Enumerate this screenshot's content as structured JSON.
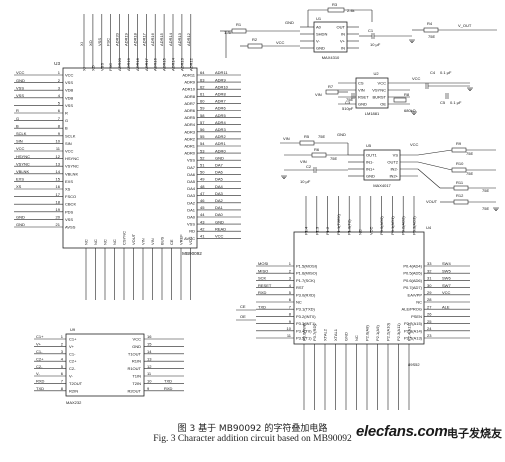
{
  "caption": {
    "zh": "图 3   基于 MB90092 的字符叠加电路",
    "en": "Fig. 3   Character addition circuit based on MB90092"
  },
  "watermark": {
    "site": "elecfans.com",
    "cn": "电子发烧友"
  },
  "u3": {
    "ref": "U3",
    "part": "MB90092",
    "left_pins": [
      "VCC",
      "VSS",
      "VDB",
      "VDB",
      "VSS",
      "R",
      "G",
      "B",
      "SCLK",
      "SIN",
      "VCC",
      "HSYNC",
      "VSYNC",
      "VBLNK",
      "EXS",
      "XS",
      "FSCO",
      "CBCK",
      "PDS",
      "VSS",
      "AVSS"
    ],
    "left_nets": [
      "VCC",
      "GND",
      "VSS",
      "VSS",
      "",
      "R",
      "G",
      "B",
      "SCLK",
      "SIN",
      "VCC",
      "HSYNC",
      "VSYNC",
      "VBLNK",
      "EXS",
      "XS",
      "",
      "",
      "",
      "GND",
      "GND"
    ],
    "left_nums": [
      "1",
      "2",
      "3",
      "4",
      "5",
      "6",
      "7",
      "8",
      "9",
      "10",
      "11",
      "12",
      "13",
      "14",
      "15",
      "16",
      "17",
      "18",
      "19",
      "20",
      "21"
    ],
    "right_pins": [
      "ADR11",
      "ADR9",
      "ADR10",
      "ADR8",
      "ADR7",
      "ADR6",
      "ADR5",
      "ADR4",
      "ADR3",
      "ADR2",
      "ADR1",
      "ADR0",
      "VSS",
      "DA7",
      "DA6",
      "DA5",
      "DA4",
      "DA3",
      "DA2",
      "DA1",
      "DA0",
      "VSS",
      "RD",
      "AVCC"
    ],
    "right_nets": [
      "ADR11",
      "ADR9",
      "ADR10",
      "ADR8",
      "ADR7",
      "ADR6",
      "ADR5",
      "ADR4",
      "ADR3",
      "ADR2",
      "ADR1",
      "ADR0",
      "GND",
      "DA7",
      "DA6",
      "DA5",
      "DA4",
      "DA3",
      "DA2",
      "DA1",
      "DA0",
      "GND",
      "READ",
      "VCC"
    ],
    "right_nums": [
      "64",
      "63",
      "62",
      "61",
      "60",
      "59",
      "58",
      "57",
      "56",
      "55",
      "54",
      "53",
      "52",
      "51",
      "50",
      "49",
      "48",
      "47",
      "46",
      "45",
      "44",
      "43",
      "42",
      "41"
    ],
    "top_pins": [
      "XI",
      "XO",
      "VSS",
      "FSC",
      "ADR20",
      "ADR19",
      "ADR18",
      "ADR17",
      "ADR16",
      "ADR15",
      "ADR14",
      "ADR13",
      "ADR12"
    ],
    "bottom_pins": [
      "NC",
      "NC",
      "NC",
      "NC",
      "CSYNC",
      "VOUT",
      "VIN",
      "VIN",
      "BUS",
      "CE",
      "VREF",
      "VCC"
    ]
  },
  "u1": {
    "ref": "U1",
    "part": "MAX4310",
    "pins_left": [
      "A0",
      "SHDN",
      "V-",
      "GND"
    ],
    "pins_right": [
      "OUT",
      "IN",
      "V+",
      "IN"
    ],
    "labels": {
      "r1": "R1",
      "r1_val": "1.8k",
      "r2": "R2",
      "r3": "R3",
      "r3_val": "2.4k",
      "c1": "C1",
      "c1_val": "10 μF",
      "r4": "R4",
      "r4_val": "75E",
      "vout": "V_OUT",
      "vcc": "VCC",
      "gnd": "GND"
    }
  },
  "u2": {
    "ref": "U2",
    "part": "LM1881",
    "pins_left": [
      "CS",
      "VIN",
      "RSET",
      "GND"
    ],
    "pins_right": [
      "VCC",
      "VSYNC",
      "BURST",
      "OE"
    ],
    "labels": {
      "vin": "VIN",
      "c3": "C3",
      "c3_val": "510pF",
      "r7": "R7",
      "r7_val": "75E",
      "r8": "R8",
      "r8_val": "680kΩ",
      "c4": "C4",
      "c4_val": "0.1 μF",
      "c5": "C5",
      "c5_val": "0.1 μF",
      "vcc": "VCC"
    }
  },
  "u5": {
    "ref": "U5",
    "part": "MAX4017",
    "pins_left": [
      "OUT1",
      "IN1-",
      "IN1+",
      "GND"
    ],
    "pins_right": [
      "VS",
      "OUT2",
      "IN2-",
      "IN2+"
    ],
    "labels": {
      "vin": "VIN",
      "r5": "R5",
      "r5_val": "75E",
      "r6": "R6",
      "r6_val": "75E",
      "c2": "C2",
      "c2_val": "10 μF",
      "r9": "R9",
      "r9_val": "75E",
      "r10": "R10",
      "r10_val": "75E",
      "r11": "R11",
      "r11_val": "75E",
      "r12": "R12",
      "r12_val": "75E",
      "vout": "VOUT",
      "gnd": "GND",
      "vcc": "VCC"
    }
  },
  "u4": {
    "ref": "U4",
    "part": "89S52",
    "top_pins": [
      "P1.4",
      "P1.3",
      "P1.2",
      "P1.1(T2EX)",
      "P1.0(T2)",
      "NC",
      "VCC",
      "P0.0(AD0)",
      "P0.1(AD1)",
      "P0.2(AD2)",
      "P0.3(AD3)"
    ],
    "left_pins": [
      "P1.5(MOSI)",
      "P1.6(MISO)",
      "P1.7(SCK)",
      "RST",
      "P3.0(RXD)",
      "NC",
      "P3.1(TXD)",
      "P3.2(INT0)",
      "P3.3(INT1)",
      "P3.4(T0)",
      "P3.5(T1)"
    ],
    "left_nets": [
      "MOSI",
      "MISO",
      "SCK",
      "RESET",
      "RXD",
      "",
      "TXD",
      "",
      "",
      "",
      ""
    ],
    "left_nums": [
      "1",
      "2",
      "3",
      "4",
      "5",
      "6",
      "7",
      "8",
      "9",
      "10",
      "11"
    ],
    "right_pins": [
      "P0.4(AD4)",
      "P0.5(AD5)",
      "P0.6(AD6)",
      "P0.7(AD7)",
      "EA/VPP",
      "NC",
      "ALE/PROG",
      "PSEN",
      "P2.7(A15)",
      "P2.6(A14)",
      "P2.5(A13)"
    ],
    "right_nets": [
      "SW4",
      "SW5",
      "SW6",
      "SW7",
      "VCC",
      "",
      "ALE",
      "",
      "",
      "",
      ""
    ],
    "right_nums": [
      "33",
      "32",
      "31",
      "30",
      "29",
      "28",
      "27",
      "26",
      "25",
      "24",
      "23"
    ],
    "bottom_pins": [
      "P3.6(WR)",
      "P3.7(RD)",
      "XTAL2",
      "XTAL1",
      "GND",
      "NC",
      "P2.0(A8)",
      "P2.1(A9)",
      "P2.2(A10)",
      "P2.3(A11)",
      "P2.4(A12)"
    ],
    "extra_left": [
      "CE",
      "OE"
    ]
  },
  "u9": {
    "ref": "U9",
    "part": "MAX232",
    "left_pins": [
      "C1+",
      "V+",
      "C1-",
      "C2+",
      "C2-",
      "V-",
      "T2OUT",
      "R2IN"
    ],
    "left_nets": [
      "C1+",
      "V+",
      "C1-",
      "C2+",
      "C2-",
      "V-",
      "RXD",
      "TXD"
    ],
    "left_nums": [
      "1",
      "2",
      "3",
      "4",
      "5",
      "6",
      "7",
      "8"
    ],
    "right_pins": [
      "VCC",
      "GND",
      "T1OUT",
      "R1IN",
      "R1OUT",
      "T1IN",
      "T2IN",
      "R2OUT"
    ],
    "right_nets": [
      "",
      "",
      "",
      "",
      "",
      "",
      "TXD",
      "RXD"
    ],
    "right_nums": [
      "16",
      "15",
      "14",
      "13",
      "12",
      "11",
      "10",
      "9"
    ]
  }
}
